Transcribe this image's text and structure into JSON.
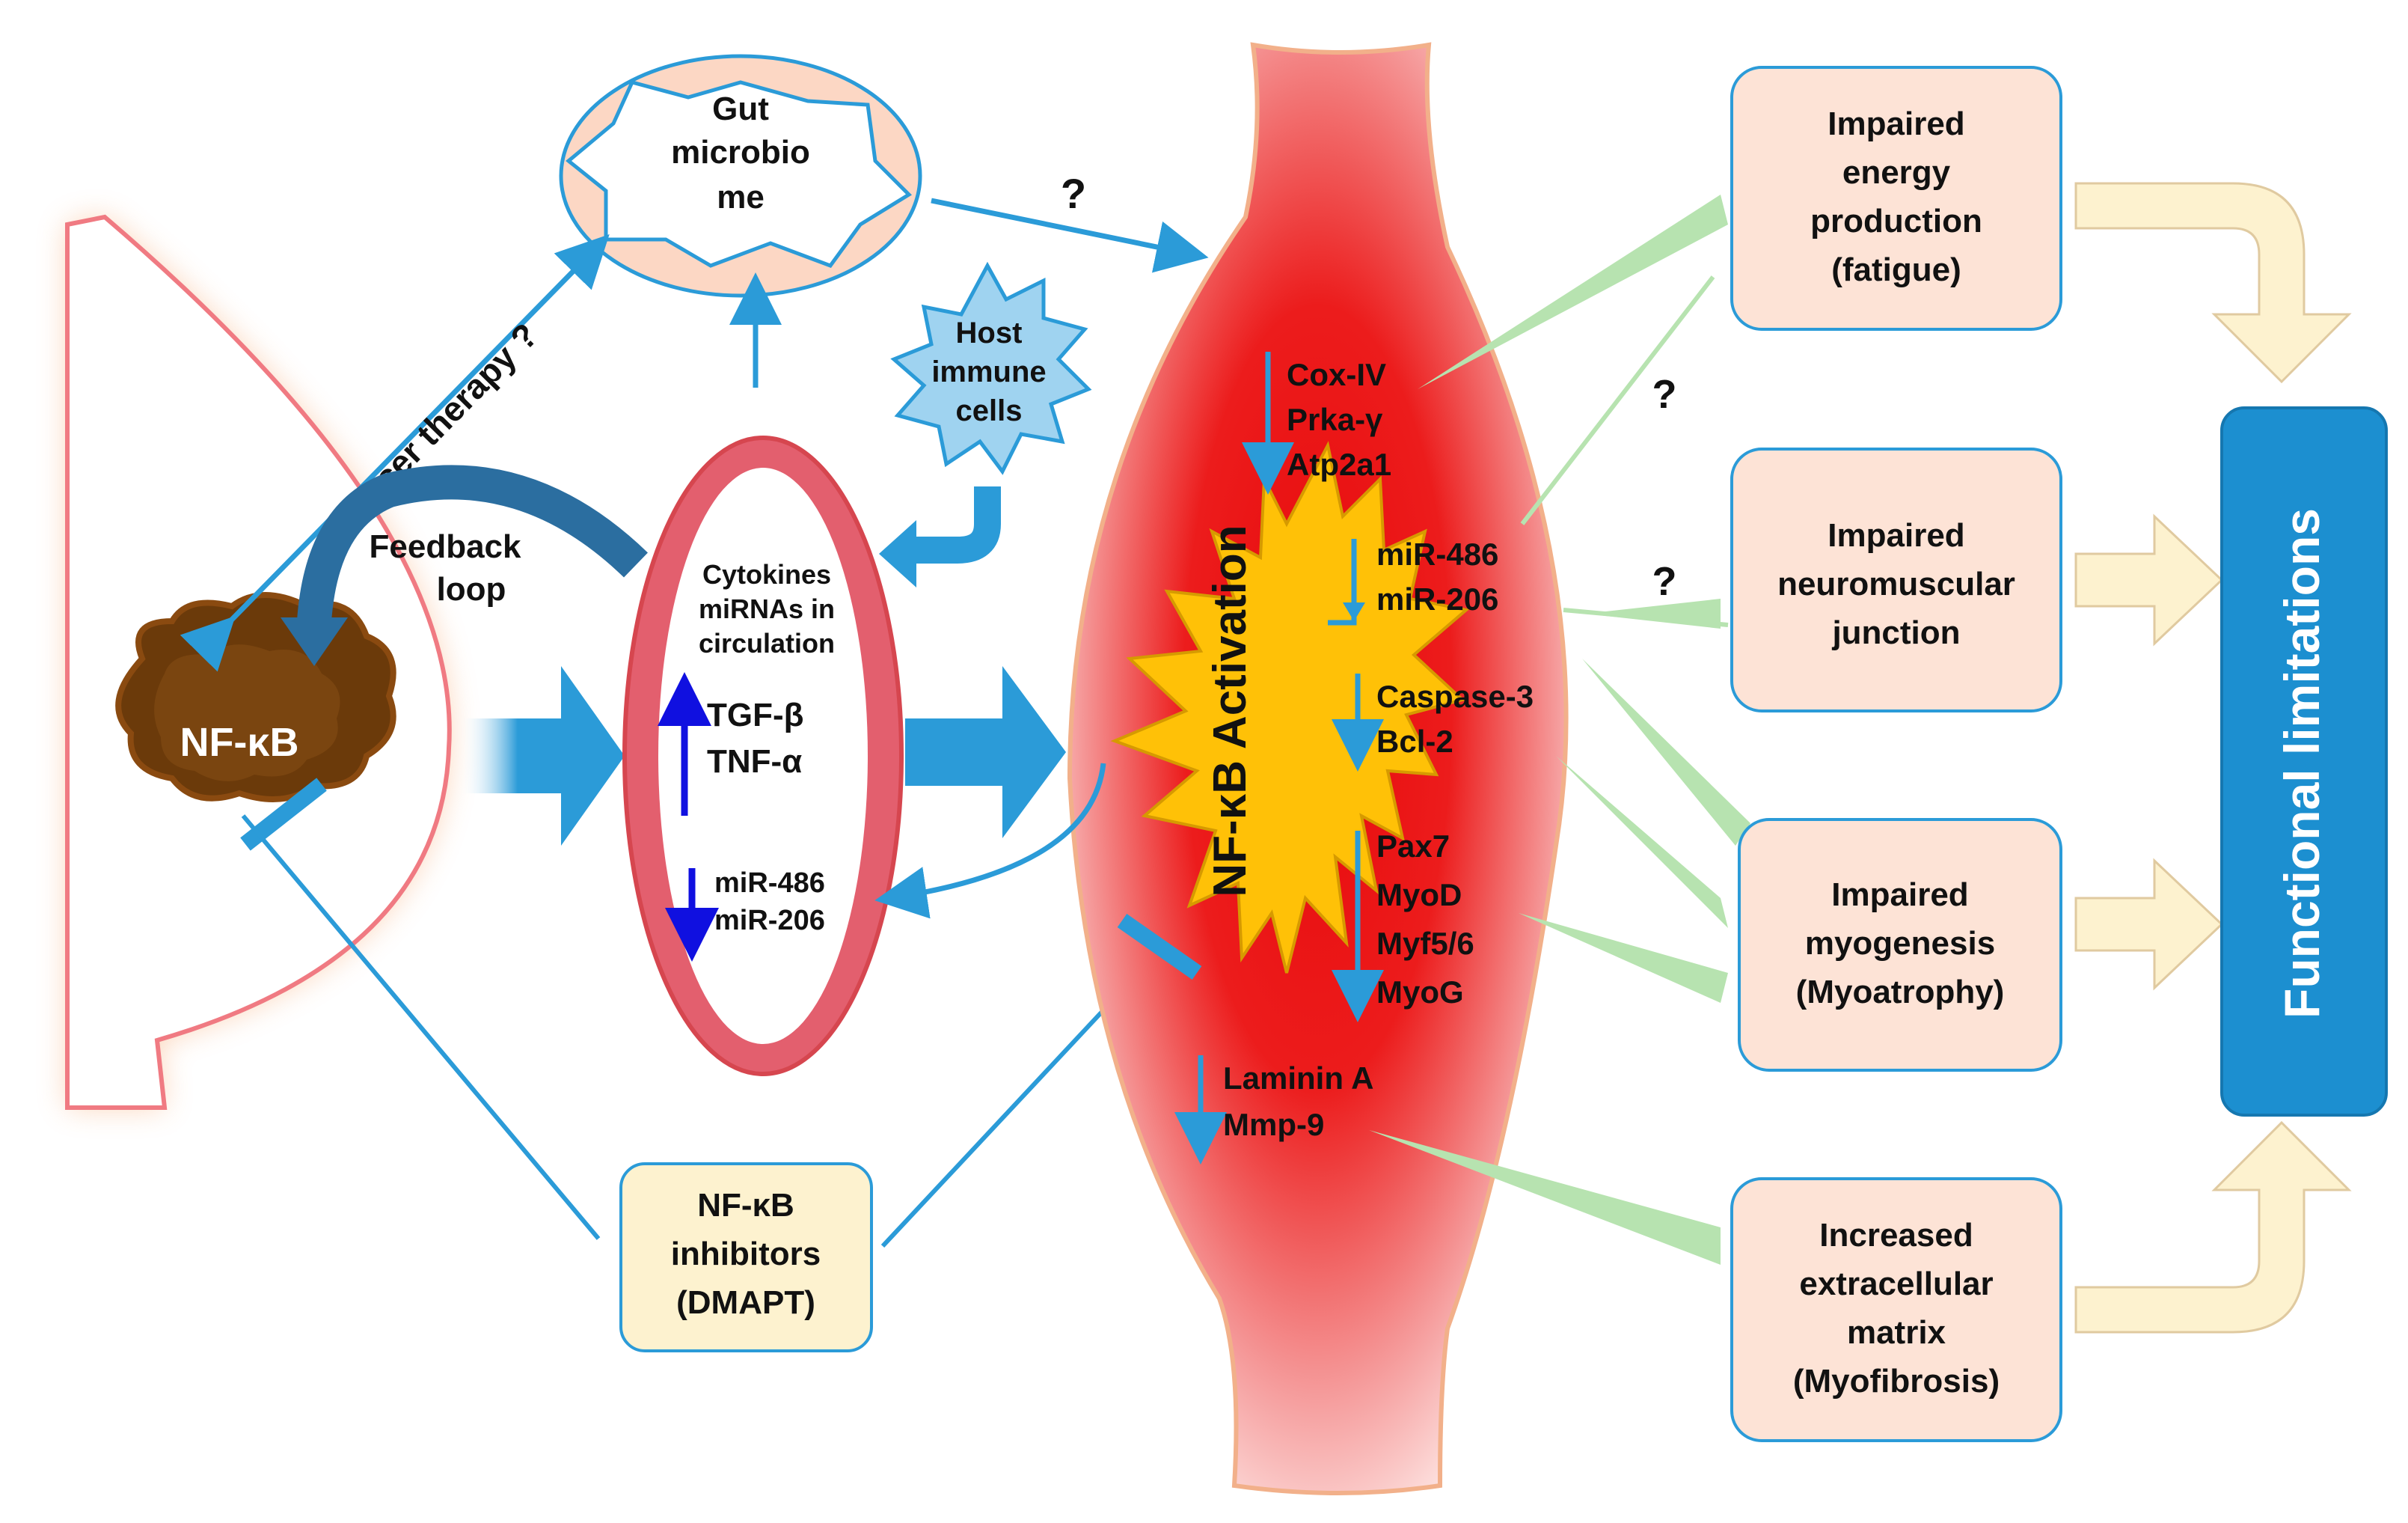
{
  "gut": {
    "line1": "Gut",
    "line2": "microbio",
    "line3": "me"
  },
  "question_top": "?",
  "cancer_therapy": "Cancer therapy ?",
  "host": {
    "line1": "Host",
    "line2": "immune",
    "line3": "cells"
  },
  "feedback": {
    "line1": "Feedback",
    "line2": "loop"
  },
  "nfkb": "NF-κB",
  "circulation": {
    "line1": "Cytokines",
    "line2": "miRNAs in",
    "line3": "circulation",
    "up1": "TGF-β",
    "up2": "TNF-α",
    "down1": "miR-486",
    "down2": "miR-206"
  },
  "inhibitors": {
    "line1": "NF-κB",
    "line2": "inhibitors",
    "line3": "(DMAPT)"
  },
  "activation": "NF-κB Activation",
  "muscle_markers": {
    "group1": [
      "Cox-IV",
      "Prka-γ",
      "Atp2a1"
    ],
    "group2": [
      "miR-486",
      "miR-206"
    ],
    "group3": [
      "Caspase-3",
      "Bcl-2"
    ],
    "group4": [
      "Pax7",
      "MyoD",
      "Myf5/6",
      "MyoG"
    ],
    "group5": [
      "Laminin A",
      "Mmp-9"
    ]
  },
  "q_mid1": "?",
  "q_mid2": "?",
  "outcomes": [
    {
      "lines": [
        "Impaired",
        "energy",
        "production",
        "(fatigue)"
      ]
    },
    {
      "lines": [
        "Impaired",
        "neuromuscular",
        "junction"
      ]
    },
    {
      "lines": [
        "Impaired",
        "myogenesis",
        "(Myoatrophy)"
      ]
    },
    {
      "lines": [
        "Increased",
        "extracellular",
        "matrix",
        "(Myofibrosis)"
      ]
    }
  ],
  "functional": "Functional limitations",
  "colors": {
    "arrow_blue": "#2b9bd8",
    "dark_blue": "#1010e0",
    "peach": "#fde3d6",
    "cream": "#fdf2cf",
    "nfkb_brown": "#6b3a0a",
    "activation_yellow": "#ffc107",
    "muscle_red": "#e8090b",
    "green": "#b7e3b0",
    "functional_blue": "#1c8fd0"
  }
}
